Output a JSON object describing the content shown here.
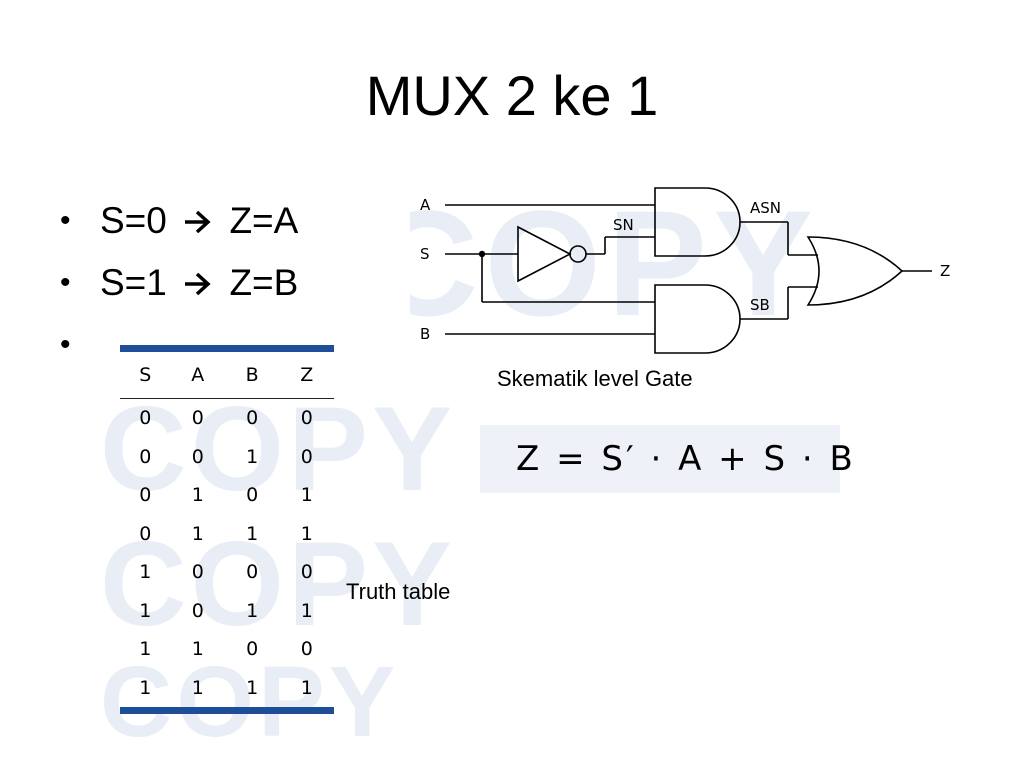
{
  "slide": {
    "title": "MUX 2 ke 1",
    "bullets": [
      {
        "left": "S=0",
        "right": "Z=A"
      },
      {
        "left": "S=1",
        "right": "Z=B"
      },
      {
        "left": "",
        "right": ""
      }
    ]
  },
  "truth_table": {
    "headers": [
      "S",
      "A",
      "B",
      "Z"
    ],
    "rows": [
      [
        "0",
        "0",
        "0",
        "0"
      ],
      [
        "0",
        "0",
        "1",
        "0"
      ],
      [
        "0",
        "1",
        "0",
        "1"
      ],
      [
        "0",
        "1",
        "1",
        "1"
      ],
      [
        "1",
        "0",
        "0",
        "0"
      ],
      [
        "1",
        "0",
        "1",
        "1"
      ],
      [
        "1",
        "1",
        "0",
        "0"
      ],
      [
        "1",
        "1",
        "1",
        "1"
      ]
    ],
    "label": "Truth table",
    "accent_color": "#1f4e99"
  },
  "schematic": {
    "caption": "Skematik level Gate",
    "inputs": {
      "a": "A",
      "s": "S",
      "b": "B"
    },
    "signals": {
      "sn": "SN",
      "asn": "ASN",
      "sb": "SB"
    },
    "output": "Z"
  },
  "equation": {
    "text": "Z = S′ · A + S · B"
  },
  "watermark": {
    "text": "COPY"
  }
}
